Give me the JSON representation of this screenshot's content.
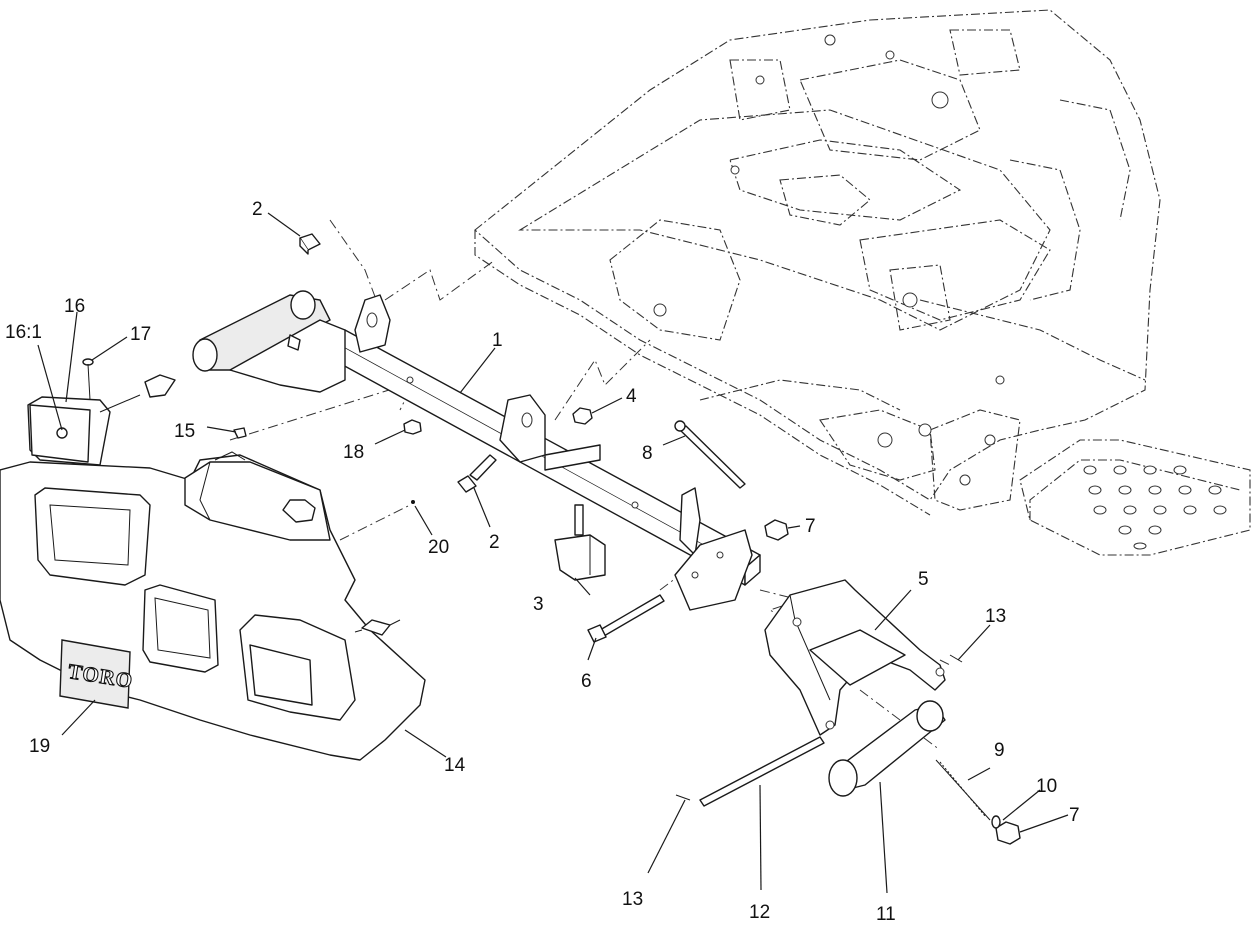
{
  "callouts": [
    {
      "id": "1",
      "text": "1"
    },
    {
      "id": "2a",
      "text": "2"
    },
    {
      "id": "2b",
      "text": "2"
    },
    {
      "id": "3",
      "text": "3"
    },
    {
      "id": "4",
      "text": "4"
    },
    {
      "id": "5",
      "text": "5"
    },
    {
      "id": "6",
      "text": "6"
    },
    {
      "id": "7a",
      "text": "7"
    },
    {
      "id": "7b",
      "text": "7"
    },
    {
      "id": "8",
      "text": "8"
    },
    {
      "id": "9",
      "text": "9"
    },
    {
      "id": "10",
      "text": "10"
    },
    {
      "id": "11",
      "text": "11"
    },
    {
      "id": "12",
      "text": "12"
    },
    {
      "id": "13a",
      "text": "13"
    },
    {
      "id": "13b",
      "text": "13"
    },
    {
      "id": "14",
      "text": "14"
    },
    {
      "id": "15",
      "text": "15"
    },
    {
      "id": "16",
      "text": "16"
    },
    {
      "id": "16-1",
      "text": "16:1"
    },
    {
      "id": "17",
      "text": "17"
    },
    {
      "id": "18",
      "text": "18"
    },
    {
      "id": "19",
      "text": "19"
    },
    {
      "id": "20",
      "text": "20"
    }
  ],
  "decal": {
    "logo_text": "TORO"
  }
}
